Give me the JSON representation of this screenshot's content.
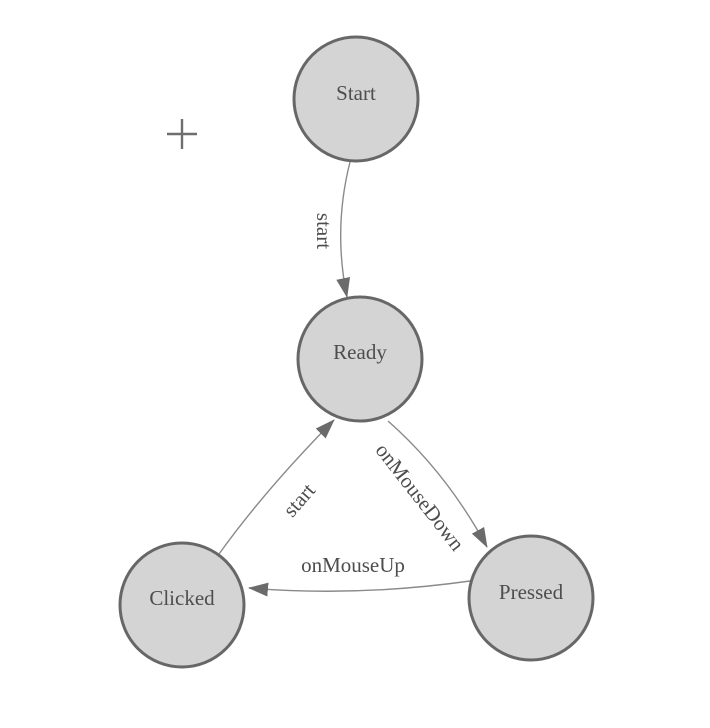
{
  "canvas": {
    "background": "#ffffff"
  },
  "colors": {
    "node_fill": "#d4d4d4",
    "node_stroke": "#676767",
    "edge_stroke": "#8a8a8a",
    "arrow_fill": "#6b6b6b",
    "label_color": "#4d4d4d",
    "crosshair_color": "#6e6e6e"
  },
  "diagram": {
    "type": "state-diagram",
    "nodes": [
      {
        "id": "start",
        "label": "Start"
      },
      {
        "id": "ready",
        "label": "Ready"
      },
      {
        "id": "clicked",
        "label": "Clicked"
      },
      {
        "id": "pressed",
        "label": "Pressed"
      }
    ],
    "edges": [
      {
        "from": "start",
        "to": "ready",
        "label": "start"
      },
      {
        "from": "clicked",
        "to": "ready",
        "label": "start"
      },
      {
        "from": "ready",
        "to": "pressed",
        "label": "onMouseDown"
      },
      {
        "from": "pressed",
        "to": "clicked",
        "label": "onMouseUp"
      }
    ]
  }
}
